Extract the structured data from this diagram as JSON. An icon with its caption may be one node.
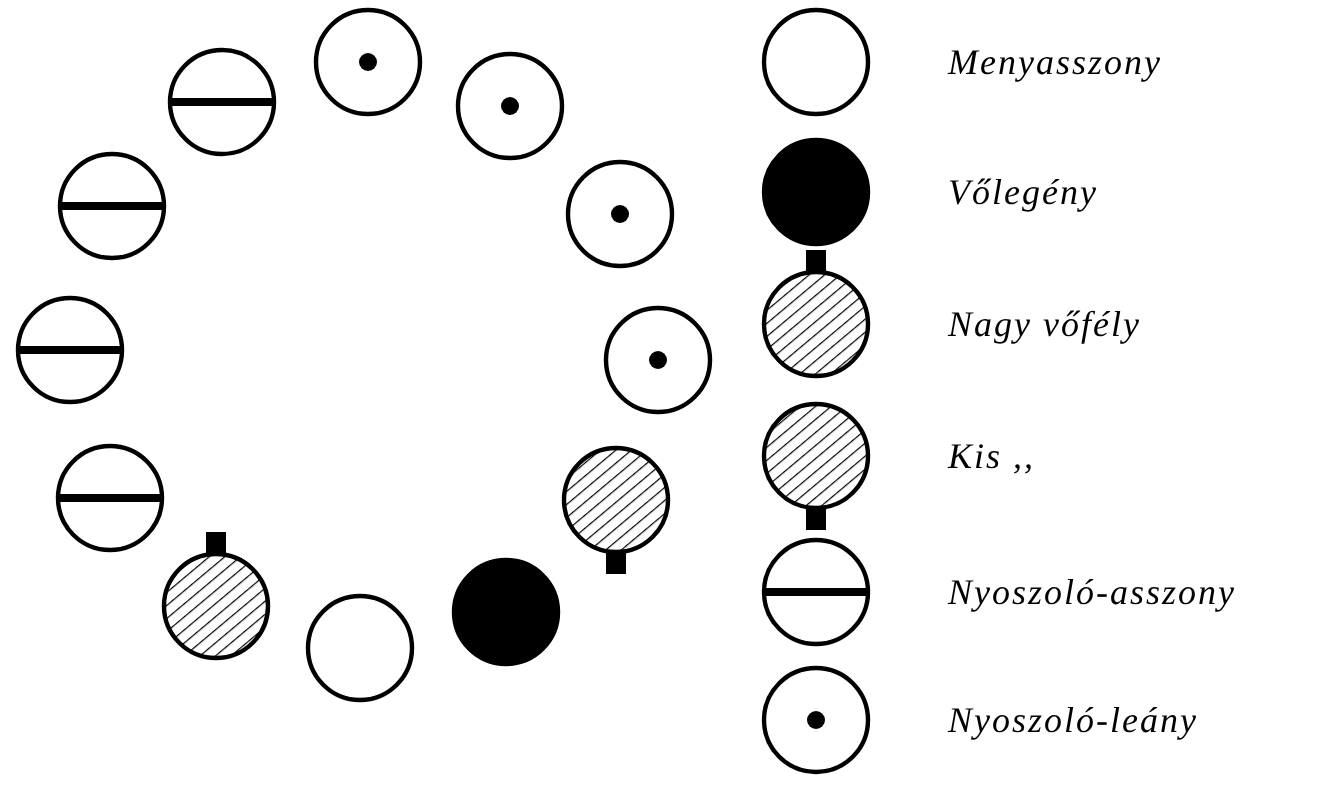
{
  "diagram": {
    "nodes": [
      {
        "text": [],
        "shape": "circle"
      },
      {
        "text": [],
        "shape": "circle"
      },
      {
        "text": [],
        "shape": "circle"
      },
      {
        "text": [],
        "shape": "circle"
      },
      {
        "text": [],
        "shape": "circle"
      },
      {
        "text": [],
        "shape": "circle"
      },
      {
        "text": [],
        "shape": "circle"
      },
      {
        "text": [],
        "shape": "circle"
      },
      {
        "text": [],
        "shape": "circle"
      },
      {
        "text": [],
        "shape": "circle"
      },
      {
        "text": [],
        "shape": "circle"
      },
      {
        "text": [],
        "shape": "circle"
      }
    ],
    "legend": [
      {
        "text": "Menyasszony"
      },
      {
        "text": "Vőlegény"
      },
      {
        "text": "Nagy vőfély"
      },
      {
        "text": "Kis ,,"
      },
      {
        "text": "Nyoszoló-asszony"
      },
      {
        "text": "Nyoszoló-leány"
      }
    ]
  }
}
